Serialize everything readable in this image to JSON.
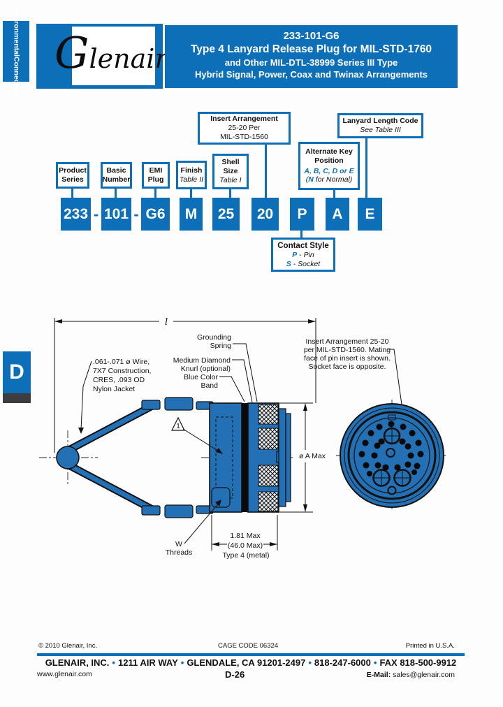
{
  "sidebar": {
    "tab_line1": "Environmental",
    "tab_line2": "Connectors",
    "section_letter": "D"
  },
  "header": {
    "logo": {
      "g": "G",
      "rest": "lenair",
      "reg": "®"
    },
    "title1": "233-101-G6",
    "title2": "Type 4 Lanyard Release Plug for MIL-STD-1760",
    "title3": "and Other MIL-DTL-38999 Series III Type",
    "title4": "Hybrid Signal, Power, Coax and Twinax Arrangements"
  },
  "breakdown": {
    "product": {
      "l1": "Product",
      "l2": "Series"
    },
    "basic": {
      "l1": "Basic",
      "l2": "Number"
    },
    "emi": {
      "l1": "EMI",
      "l2": "Plug"
    },
    "finish": {
      "l1": "Finish",
      "l2": "Table II"
    },
    "shell": {
      "l1": "Shell",
      "l2": "Size",
      "l3": "Table I"
    },
    "insert": {
      "l1": "Insert Arrangement",
      "l2": "25-20 Per",
      "l3": "MIL-STD-1560"
    },
    "lanyard": {
      "l1": "Lanyard Length Code",
      "l2": "See Table III"
    },
    "altkey": {
      "l1": "Alternate Key",
      "l2": "Position",
      "l3": "A, B, C, D or E",
      "l4_open": "(",
      "l4_n": "N",
      "l4_rest": " for Normal)"
    },
    "codes": {
      "c1": "233",
      "c2": "101",
      "c3": "G6",
      "c4": "M",
      "c5": "25",
      "c6": "20",
      "c7": "P",
      "c8": "A",
      "c9": "E"
    },
    "dash": "-",
    "contact_style": {
      "title": "Contact Style",
      "p_code": "P",
      "p_dash": "-",
      "p_label": "Pin",
      "s_code": "S",
      "s_dash": "-",
      "s_label": "Socket"
    }
  },
  "drawing": {
    "dim_l": "l",
    "wire1": ".061-.071 ø Wire,",
    "wire2": "7X7 Construction,",
    "wire3": "CRES, .093 OD",
    "wire4": "Nylon Jacket",
    "ground1": "Grounding",
    "ground2": "Spring",
    "knurl1": "Medium Diamond",
    "knurl2": "Knurl (optional)",
    "band1": "Blue Color",
    "band2": "Band",
    "note1": "Insert Arrangement 25-20",
    "note2": "per MIL-STD-1560. Mating",
    "note3": "face of pin insert is shown.",
    "note4": "Socket face is opposite.",
    "flag": "1",
    "dia": "ø A Max",
    "dim1": "1.81 Max",
    "dim2": "(46.0 Max)",
    "type": "Type 4 (metal)",
    "thread1": "W",
    "thread2": "Threads"
  },
  "footer": {
    "copyright": "© 2010 Glenair, Inc.",
    "cage": "CAGE CODE 06324",
    "printed": "Printed in U.S.A.",
    "addr1": "GLENAIR, INC.",
    "addr2": "1211 AIR WAY",
    "addr3": "GLENDALE, CA 91201-2497",
    "addr4": "818-247-6000",
    "addr5": "FAX 818-500-9912",
    "bullet": "•",
    "website": "www.glenair.com",
    "page": "D-26",
    "email_label": "E-Mail:",
    "email": "sales@glenair.com"
  }
}
